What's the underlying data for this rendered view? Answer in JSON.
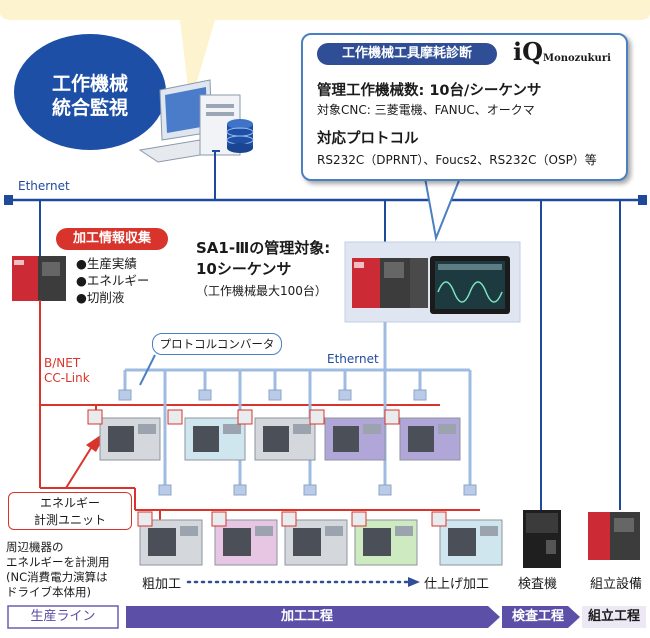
{
  "integrated_monitoring": {
    "line1": "工作機械",
    "line2": "統合監視"
  },
  "network": {
    "ethernet_top": "Ethernet",
    "ethernet_lower": "Ethernet",
    "bnet": "B/NET",
    "cclink": "CC-Link"
  },
  "diagnosis": {
    "title": "工作機械工具摩耗診断",
    "brand_iq": "iQ",
    "brand_sub": "Monozukuri",
    "managed_count": "管理工作機械数: 10台/シーケンサ",
    "target_cnc": "対象CNC: 三菱電機、FANUC、オークマ",
    "protocol_heading": "対応プロトコル",
    "protocol_list": "RS232C（DPRNT）、Foucs2、RS232C（OSP）等"
  },
  "collection": {
    "title": "加工情報収集",
    "items": [
      "●生産実績",
      "●エネルギー",
      "●切削液"
    ]
  },
  "sa1": {
    "line1": "SA1-Ⅲの管理対象:",
    "line2": "10シーケンサ",
    "line3": "（工作機械最大100台）"
  },
  "protocol_converter": "プロトコルコンバータ",
  "energy_unit": {
    "line1": "エネルギー",
    "line2": "計測ユニット"
  },
  "energy_note": {
    "line1": "周辺機器の",
    "line2": "エネルギーを計測用",
    "line3": "(NC消費電力演算は",
    "line4": "ドライブ本体用)"
  },
  "process_labels": {
    "rough": "粗加工",
    "finish": "仕上げ加工",
    "inspection_machine": "検査機",
    "assembly_equipment": "組立設備"
  },
  "bottom_bar": {
    "production_line": "生産ライン",
    "machining": "加工工程",
    "inspection": "検査工程",
    "assembly": "組立工程"
  },
  "colors": {
    "navy": "#2f4e95",
    "blue_line": "#1f4a9c",
    "red_line": "#d9342b",
    "bubble_yellow": "#fdf3cf",
    "process_purple": "#6a5fb0"
  }
}
